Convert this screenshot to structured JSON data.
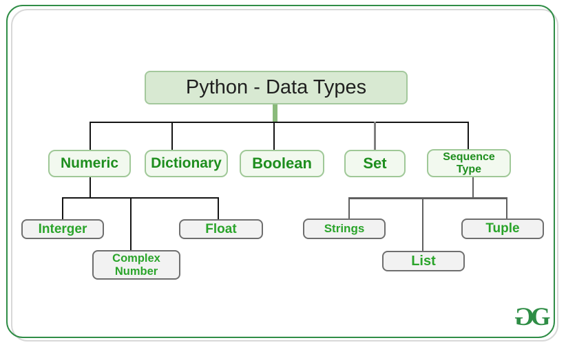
{
  "diagram": {
    "title": "Python - Data Types",
    "nodes": {
      "numeric": {
        "label": "Numeric"
      },
      "dictionary": {
        "label": "Dictionary"
      },
      "boolean": {
        "label": "Boolean"
      },
      "set": {
        "label": "Set"
      },
      "sequence_type": {
        "label": "Sequence\nType"
      },
      "integer": {
        "label": "Interger"
      },
      "complex_number": {
        "label": "Complex\nNumber"
      },
      "float": {
        "label": "Float"
      },
      "strings": {
        "label": "Strings"
      },
      "list": {
        "label": "List"
      },
      "tuple": {
        "label": "Tuple"
      }
    },
    "hierarchy": {
      "root": "Python - Data Types",
      "children": {
        "Numeric": [
          "Interger",
          "Complex Number",
          "Float"
        ],
        "Dictionary": [],
        "Boolean": [],
        "Set": [],
        "Sequence Type": [
          "Strings",
          "List",
          "Tuple"
        ]
      }
    }
  },
  "logo": {
    "name": "geeksforgeeks",
    "left_g": "G",
    "right_g": "G"
  },
  "colors": {
    "brand_green": "#2f8d46",
    "frame_gray": "#d8d8d8",
    "title_bg": "#d8e9d2",
    "title_border": "#a3c89c",
    "lvl2_bg": "#f2f9ef",
    "lvl2_border": "#9fc897",
    "lvl2_text": "#1e8e1e",
    "lvl3_bg": "#f2f2f2",
    "lvl3_border": "#6e6e6e",
    "lvl3_text": "#2aa42a",
    "stem_green": "#8aba7b"
  }
}
